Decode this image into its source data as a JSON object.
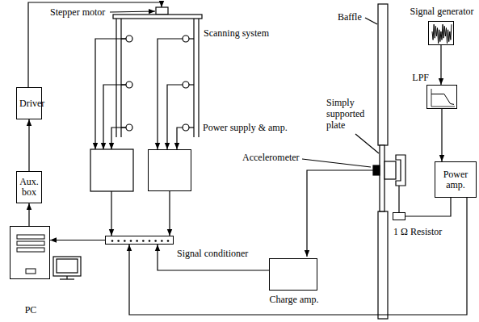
{
  "diagram": {
    "nodes": [
      {
        "text": [
          "Driver"
        ]
      },
      {
        "text": [
          "Aux. box"
        ]
      },
      {
        "text": [
          "PC"
        ]
      },
      {
        "text": [
          "Power supply & amp."
        ]
      },
      {
        "text": [
          "Signal conditioner"
        ]
      },
      {
        "text": [
          "Charge amp."
        ]
      },
      {
        "text": [
          "Signal generator"
        ]
      },
      {
        "text": [
          "LPF"
        ]
      },
      {
        "text": [
          "Power amp."
        ]
      },
      {
        "text": [
          "1 Ω Resistor"
        ]
      }
    ],
    "edges": [
      {
        "from": 1,
        "to": 0,
        "arrow": "to"
      },
      {
        "from": 2,
        "to": 1,
        "arrow": "to"
      },
      {
        "from": 4,
        "to": 2,
        "arrow": "to"
      },
      {
        "from": 3,
        "to": 4,
        "arrow": "to"
      },
      {
        "from": 5,
        "to": 4,
        "arrow": "to"
      },
      {
        "from": 6,
        "to": 7,
        "arrow": "to"
      },
      {
        "from": 7,
        "to": 8,
        "arrow": "to"
      },
      {
        "from": 8,
        "to": 9,
        "arrow": "none"
      },
      {
        "from": 8,
        "to": 4,
        "arrow": "to"
      }
    ],
    "labels": [
      "Stepper motor",
      "Scanning system",
      "Baffle",
      "Simply supported plate",
      "Accelerometer"
    ]
  }
}
